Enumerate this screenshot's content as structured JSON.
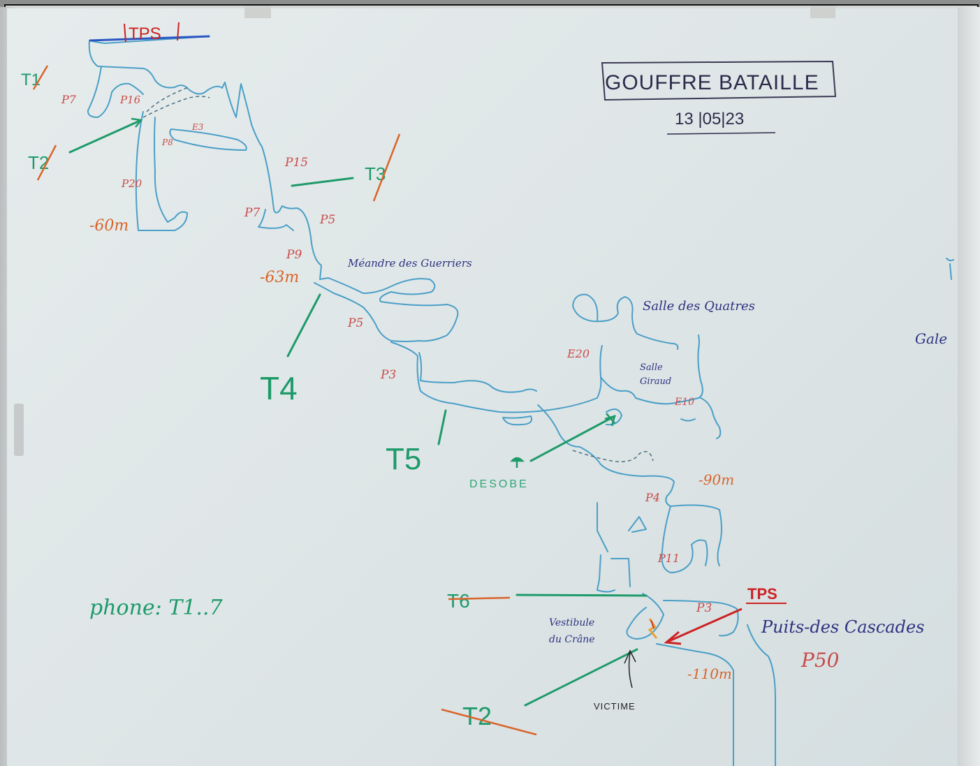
{
  "title": "GOUFFRE BATAILLE",
  "date": "13 |05|23",
  "tps_top": "TPS",
  "tps_bottom": "TPS",
  "places": {
    "meandre": "Méandre des Guerriers",
    "salle_quatres": "Salle des Quatres",
    "salle_giraud_1": "Salle",
    "salle_giraud_2": "Giraud",
    "vestibule_1": "Vestibule",
    "vestibule_2": "du Crâne",
    "puits": "Puits-des Cascades",
    "galerie_partial": "Gale",
    "desobe": "DESOBE",
    "victime": "VICTIME"
  },
  "pitches": {
    "p7_a": "P7",
    "p16": "P16",
    "p8": "P8",
    "e3": "E3",
    "p15": "P15",
    "p20": "P20",
    "p7_b": "P7",
    "p5_a": "P5",
    "p9": "P9",
    "p5_b": "P5",
    "p3_a": "P3",
    "e20": "E20",
    "e10": "E10",
    "p4": "P4",
    "p11": "P11",
    "p3_b": "P3",
    "p50": "P50"
  },
  "depths": {
    "d60": "-60m",
    "d63": "-63m",
    "d90": "-90m",
    "d110": "-110m"
  },
  "teams": {
    "t1": "T1",
    "t2a": "T2",
    "t3": "T3",
    "t4": "T4",
    "t5": "T5",
    "t6": "T6",
    "t2b": "T2"
  },
  "phone": "phone: T1..7",
  "colors": {
    "passage": "#4a9fc7",
    "team": "#1e9a6a",
    "pitch": "#c94a4a",
    "depth": "#d9642a",
    "label": "#2d3280",
    "tps": "#cc2222",
    "title": "#2b2b4a"
  }
}
